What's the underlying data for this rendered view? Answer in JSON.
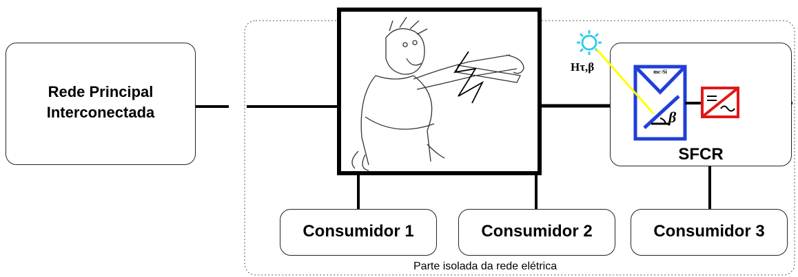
{
  "grid_box": {
    "line1": "Rede Principal",
    "line2": "Interconectada"
  },
  "consumers": [
    {
      "label": "Consumidor 1"
    },
    {
      "label": "Consumidor 2"
    },
    {
      "label": "Consumidor 3"
    }
  ],
  "sfcr": {
    "label": "SFCR",
    "module_type": "mc-Si",
    "beta": "β"
  },
  "irradiance_label": "Hτ,β",
  "island_caption": "Parte isolada da rede elétrica",
  "colors": {
    "module": "#1f3fd8",
    "inverter": "#e01818",
    "sun": "#33ccee",
    "sunray": "#ffff00"
  }
}
